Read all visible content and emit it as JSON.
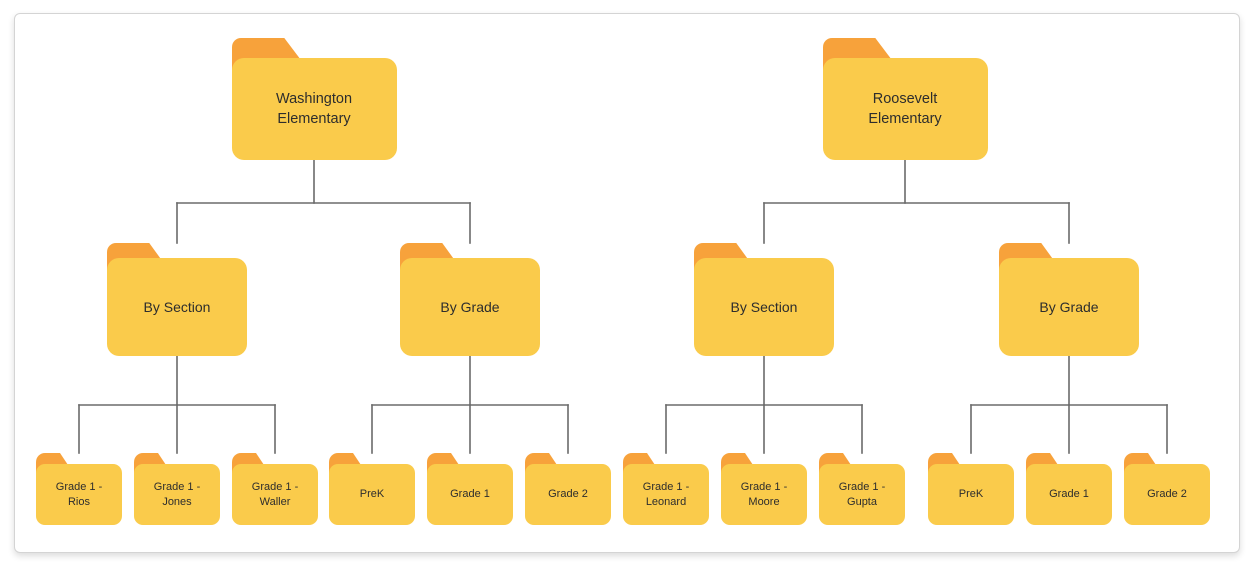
{
  "canvas": {
    "background": "#ffffff",
    "panel_border": "#d4d4d4"
  },
  "colors": {
    "folder_body": "#FACB4B",
    "folder_tab": "#F7A23B",
    "connector": "#6b6b6b",
    "label_text": "#2d2d2d"
  },
  "trees": [
    {
      "root": {
        "label": "Washington Elementary"
      },
      "children": [
        {
          "label": "By Section",
          "children": [
            {
              "label": "Grade 1 - Rios"
            },
            {
              "label": "Grade 1 - Jones"
            },
            {
              "label": "Grade 1 - Waller"
            }
          ]
        },
        {
          "label": "By Grade",
          "children": [
            {
              "label": "PreK"
            },
            {
              "label": "Grade 1"
            },
            {
              "label": "Grade 2"
            }
          ]
        }
      ]
    },
    {
      "root": {
        "label": "Roosevelt Elementary"
      },
      "children": [
        {
          "label": "By Section",
          "children": [
            {
              "label": "Grade 1 - Leonard"
            },
            {
              "label": "Grade 1 - Moore"
            },
            {
              "label": "Grade 1 - Gupta"
            }
          ]
        },
        {
          "label": "By Grade",
          "children": [
            {
              "label": "PreK"
            },
            {
              "label": "Grade 1"
            },
            {
              "label": "Grade 2"
            }
          ]
        }
      ]
    }
  ]
}
